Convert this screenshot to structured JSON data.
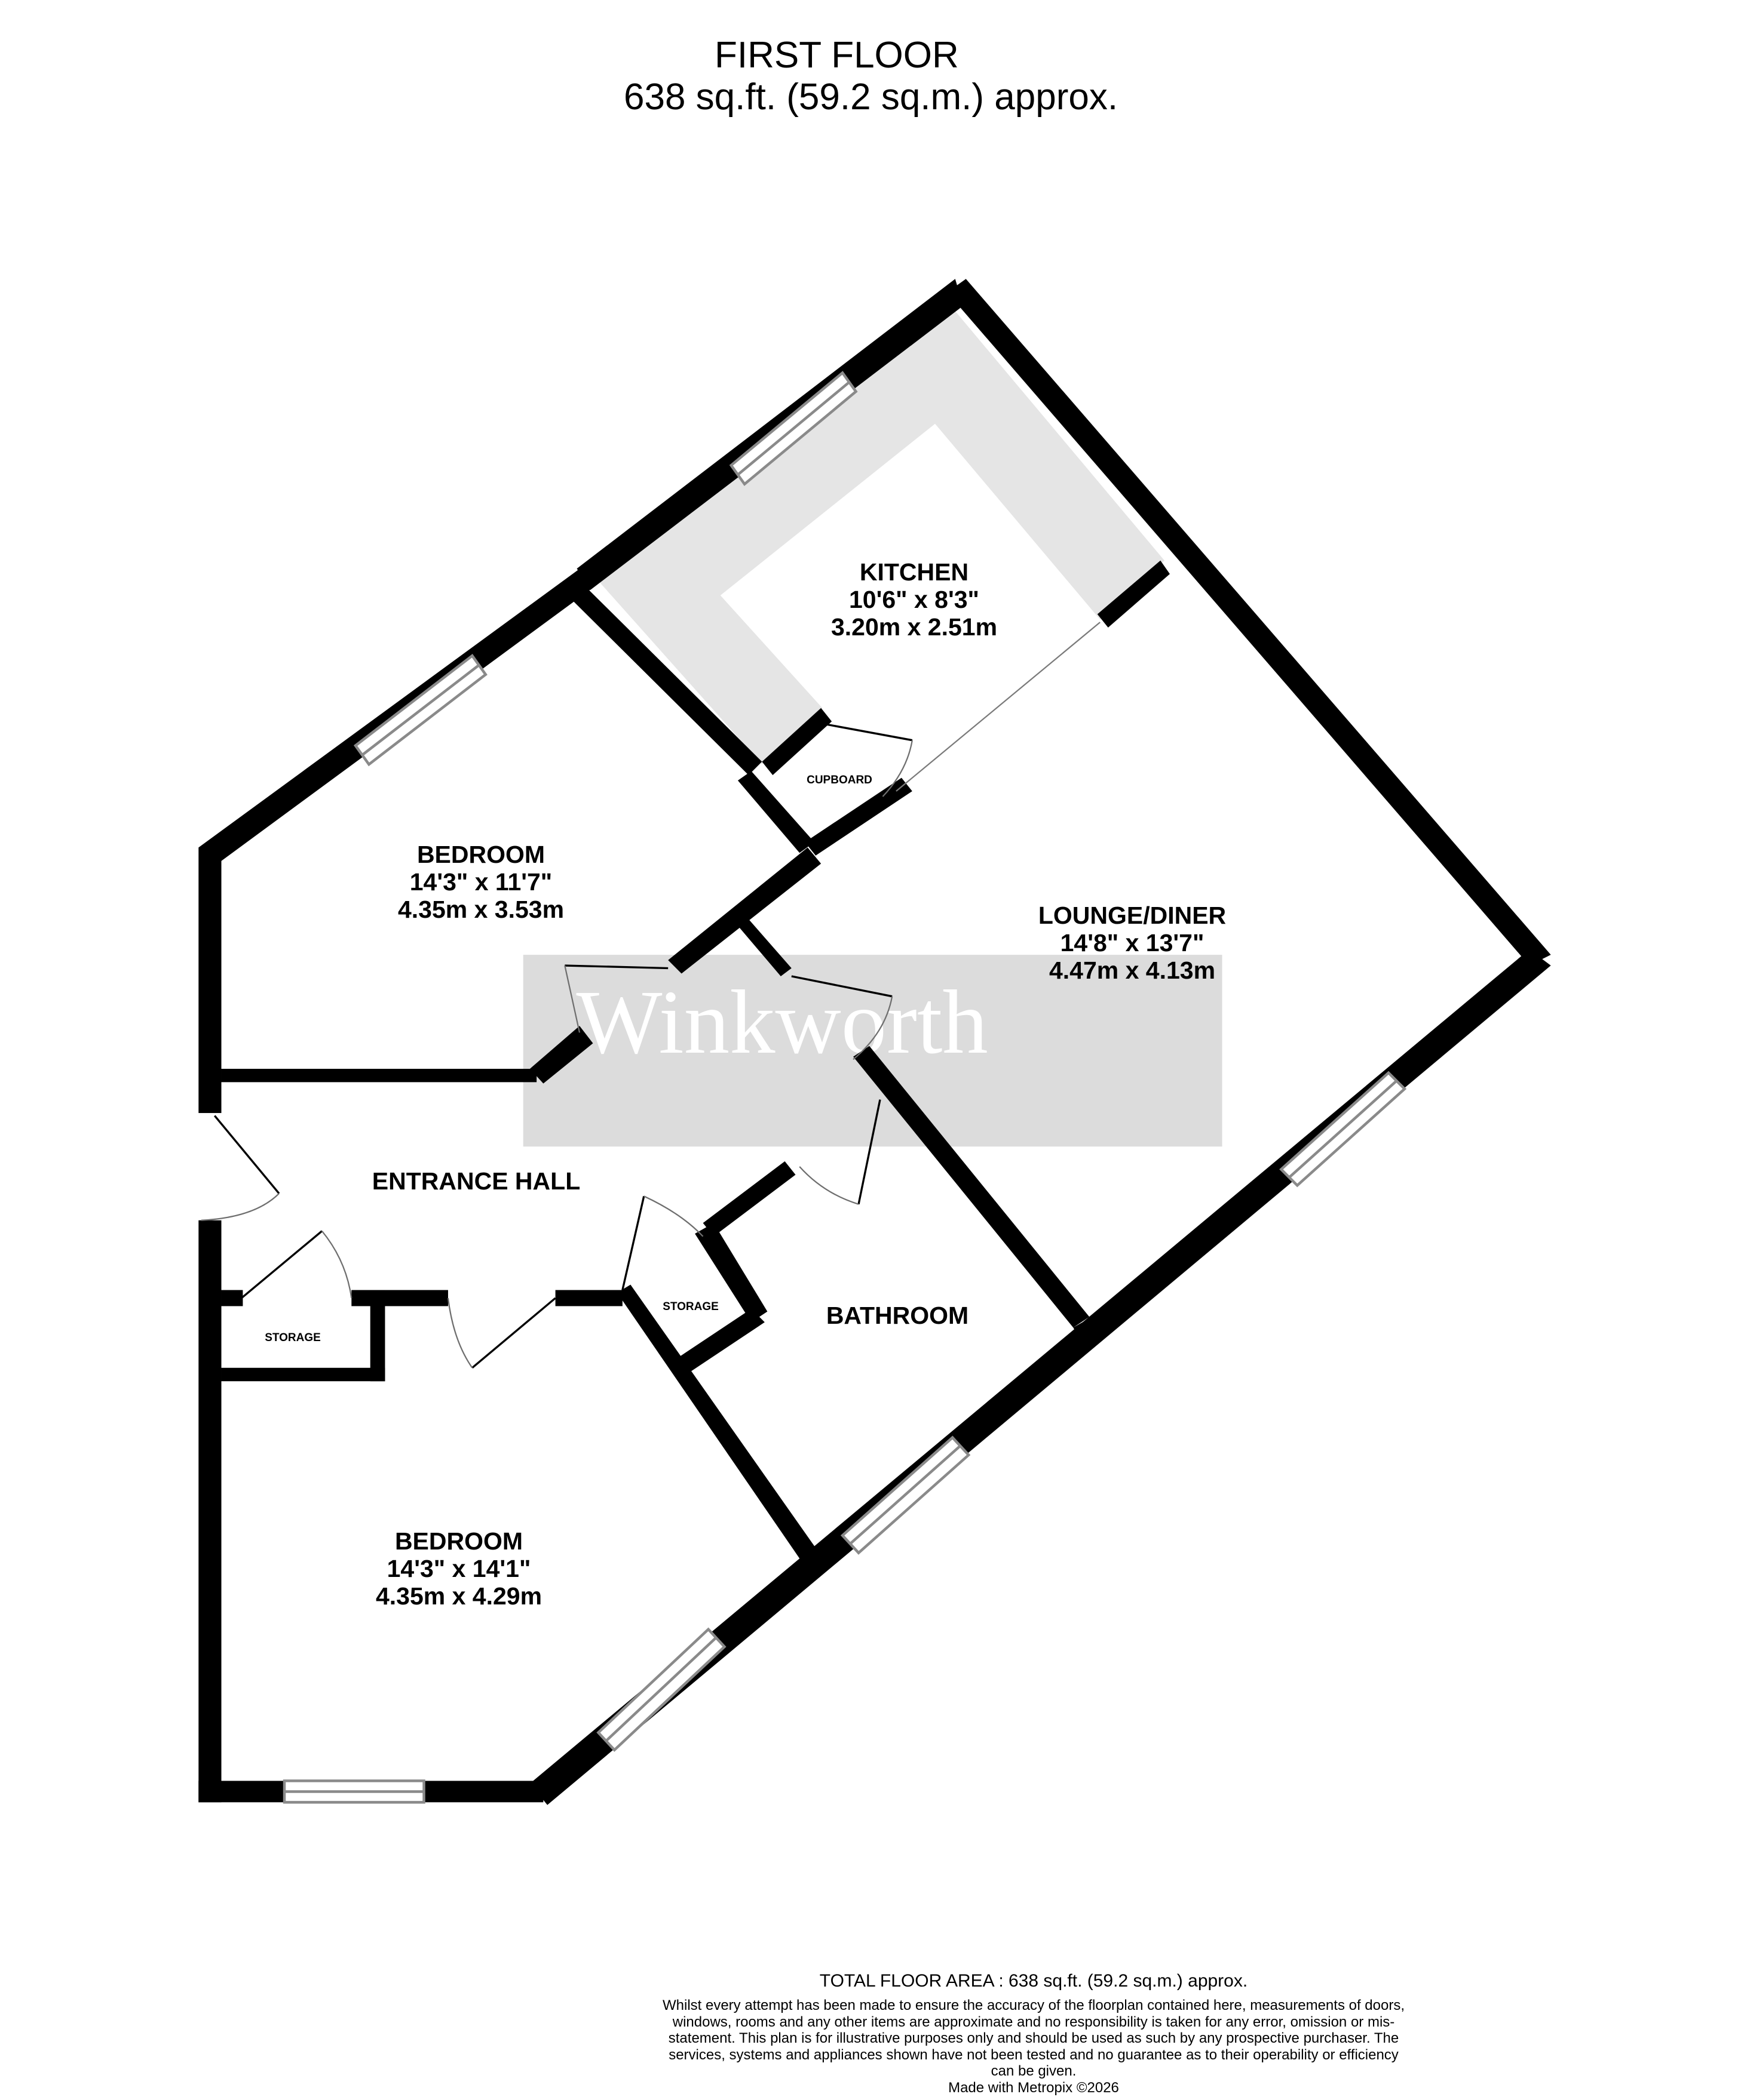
{
  "header": {
    "floor_name": "FIRST FLOOR",
    "floor_area": "638 sq.ft. (59.2 sq.m.) approx."
  },
  "watermark": {
    "text": "Winkworth",
    "box_color": "#dcdcdc",
    "text_color": "#ffffff"
  },
  "colors": {
    "wall": "#000000",
    "kitchen_worktop": "#e5e5e5",
    "window_line": "#8a8a8a",
    "door_arc": "#6e6e6e",
    "background": "#ffffff"
  },
  "rooms": [
    {
      "id": "kitchen",
      "name": "KITCHEN",
      "imperial": "10'6\"  x 8'3\"",
      "metric": "3.20m  x 2.51m"
    },
    {
      "id": "bedroom_1",
      "name": "BEDROOM",
      "imperial": "14'3\"  x 11'7\"",
      "metric": "4.35m  x 3.53m"
    },
    {
      "id": "lounge_diner",
      "name": "LOUNGE/DINER",
      "imperial": "14'8\"  x 13'7\"",
      "metric": "4.47m  x 4.13m"
    },
    {
      "id": "bedroom_2",
      "name": "BEDROOM",
      "imperial": "14'3\"  x 14'1\"",
      "metric": "4.35m  x 4.29m"
    }
  ],
  "unlabeled_dimension_rooms": {
    "entrance_hall": "ENTRANCE HALL",
    "bathroom": "BATHROOM",
    "cupboard": "CUPBOARD",
    "storage_left": "STORAGE",
    "storage_right": "STORAGE"
  },
  "footer": {
    "total_area": "TOTAL FLOOR AREA : 638 sq.ft. (59.2 sq.m.) approx.",
    "disclaimer": "Whilst every attempt has been made to ensure the accuracy of the floorplan contained here, measurements of doors, windows, rooms and any other items are approximate and no responsibility is taken for any error, omission or mis-statement. This plan is for illustrative purposes only and should be used as such by any prospective purchaser. The services, systems and appliances shown have not been tested and no guarantee as to their operability or efficiency can be given.",
    "made_with": "Made with Metropix ©2026"
  }
}
